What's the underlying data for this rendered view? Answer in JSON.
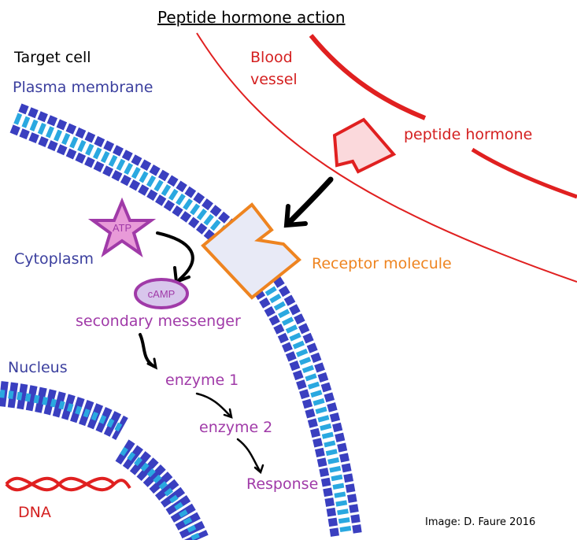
{
  "title": "Peptide hormone action",
  "labels": {
    "target_cell": "Target cell",
    "plasma_membrane": "Plasma membrane",
    "blood_vessel": "Blood\nvessel",
    "blood_vessel_line1": "Blood",
    "blood_vessel_line2": "vessel",
    "peptide_hormone": "peptide hormone",
    "cytoplasm": "Cytoplasm",
    "receptor": "Receptor molecule",
    "atp": "ATP",
    "camp": "cAMP",
    "secondary_messenger": "secondary messenger",
    "nucleus": "Nucleus",
    "enzyme1": "enzyme 1",
    "enzyme2": "enzyme 2",
    "response": "Response",
    "dna": "DNA",
    "credit": "Image: D. Faure 2016"
  },
  "colors": {
    "membrane": "#3a3fc0",
    "membrane_inner": "#2aa8e0",
    "vessel": "#e02020",
    "receptor": "#ee8420",
    "molecule": "#a03aa8",
    "star_fill": "#e89ad8",
    "arrow": "#000000"
  }
}
